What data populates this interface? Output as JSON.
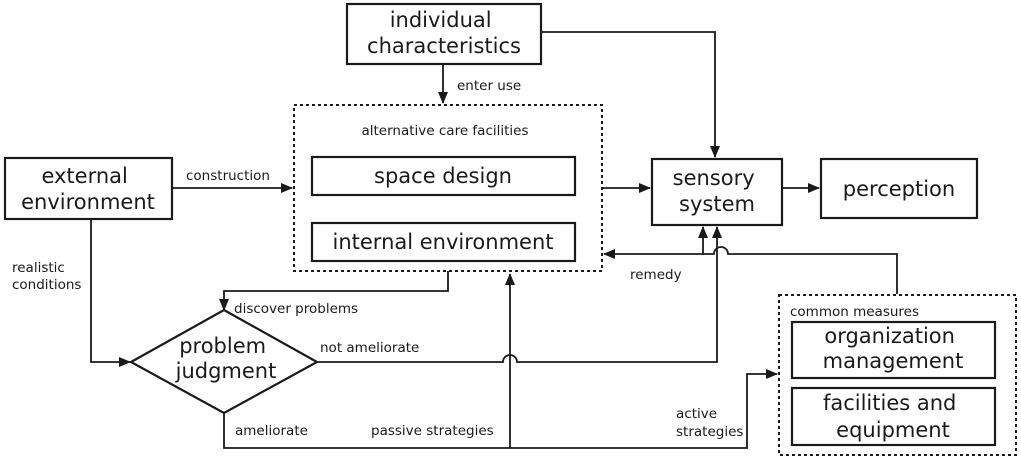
{
  "nodes": {
    "individual": [
      "individual",
      "characteristics"
    ],
    "external": [
      "external",
      "environment"
    ],
    "space_design": "space design",
    "internal_env": "internal environment",
    "sensory": [
      "sensory",
      "system"
    ],
    "perception": "perception",
    "problem": [
      "problem",
      "judgment"
    ],
    "org_mgmt": [
      "organization",
      "management"
    ],
    "facilities": [
      "facilities and",
      "equipment"
    ]
  },
  "groups": {
    "alt_care": "alternative care facilities",
    "common_measures": "common measures"
  },
  "edges": {
    "enter_use": "enter use",
    "construction": "construction",
    "realistic": [
      "realistic",
      "conditions"
    ],
    "discover": "discover problems",
    "not_ameliorate": "not ameliorate",
    "remedy": "remedy",
    "ameliorate": "ameliorate",
    "passive": "passive strategies",
    "active": [
      "active",
      "strategies"
    ]
  }
}
